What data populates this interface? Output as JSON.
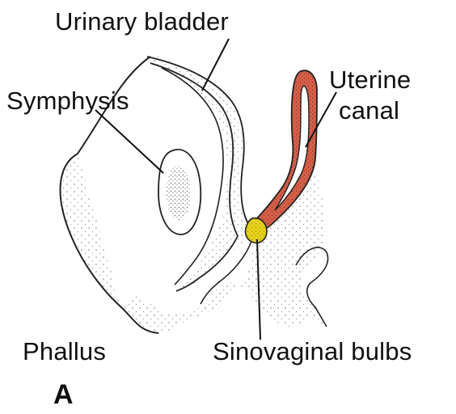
{
  "labels": {
    "urinary_bladder": "Urinary bladder",
    "symphysis": "Symphysis",
    "uterine_line1": "Uterine",
    "uterine_line2": "canal",
    "phallus": "Phallus",
    "sinovaginal_bulbs": "Sinovaginal bulbs"
  },
  "panel_letter": "A",
  "colors": {
    "uterine_canal": "#d8614a",
    "sinovaginal_bulbs": "#e8d21c",
    "outline": "#222222",
    "stipple": "#7a7a7a"
  }
}
